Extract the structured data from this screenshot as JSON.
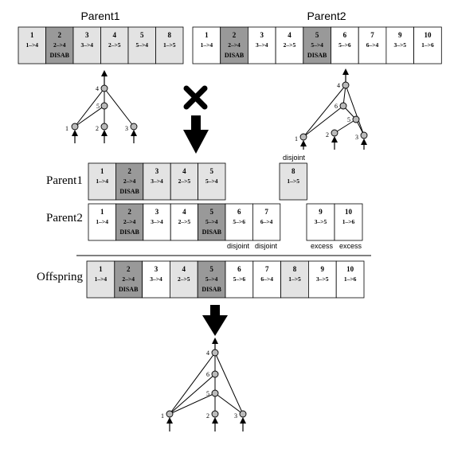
{
  "labels": {
    "top_parent1": "Parent1",
    "top_parent2": "Parent2",
    "row_parent1": "Parent1",
    "row_parent2": "Parent2",
    "row_offspring": "Offspring",
    "disjoint": "disjoint",
    "excess": "excess",
    "disabled": "DISAB"
  },
  "colors": {
    "enabled": "#ffffff",
    "disabled": "#999999",
    "shaded": "#e3e3e3",
    "node": "#bbbbbb",
    "ink": "#000000"
  },
  "genomes": {
    "parent1_top": [
      {
        "num": "1",
        "conn": "1–>4",
        "state": "shaded"
      },
      {
        "num": "2",
        "conn": "2–>4",
        "state": "disabled"
      },
      {
        "num": "3",
        "conn": "3–>4",
        "state": "shaded"
      },
      {
        "num": "4",
        "conn": "2–>5",
        "state": "shaded"
      },
      {
        "num": "5",
        "conn": "5–>4",
        "state": "shaded"
      },
      {
        "num": "8",
        "conn": "1–>5",
        "state": "shaded"
      }
    ],
    "parent2_top": [
      {
        "num": "1",
        "conn": "1–>4",
        "state": "enabled"
      },
      {
        "num": "2",
        "conn": "2–>4",
        "state": "disabled"
      },
      {
        "num": "3",
        "conn": "3–>4",
        "state": "enabled"
      },
      {
        "num": "4",
        "conn": "2–>5",
        "state": "enabled"
      },
      {
        "num": "5",
        "conn": "5–>4",
        "state": "disabled"
      },
      {
        "num": "6",
        "conn": "5–>6",
        "state": "enabled"
      },
      {
        "num": "7",
        "conn": "6–>4",
        "state": "enabled"
      },
      {
        "num": "9",
        "conn": "3–>5",
        "state": "enabled"
      },
      {
        "num": "10",
        "conn": "1–>6",
        "state": "enabled"
      }
    ],
    "parent1_aligned": [
      {
        "num": "1",
        "conn": "1–>4",
        "state": "shaded"
      },
      {
        "num": "2",
        "conn": "2–>4",
        "state": "disabled"
      },
      {
        "num": "3",
        "conn": "3–>4",
        "state": "shaded"
      },
      {
        "num": "4",
        "conn": "2–>5",
        "state": "shaded"
      },
      {
        "num": "5",
        "conn": "5–>4",
        "state": "shaded"
      }
    ],
    "parent1_disjoint": [
      {
        "num": "8",
        "conn": "1–>5",
        "state": "shaded"
      }
    ],
    "parent2_aligned": [
      {
        "num": "1",
        "conn": "1–>4",
        "state": "enabled"
      },
      {
        "num": "2",
        "conn": "2–>4",
        "state": "disabled"
      },
      {
        "num": "3",
        "conn": "3–>4",
        "state": "enabled"
      },
      {
        "num": "4",
        "conn": "2–>5",
        "state": "enabled"
      },
      {
        "num": "5",
        "conn": "5–>4",
        "state": "disabled"
      },
      {
        "num": "6",
        "conn": "5–>6",
        "state": "enabled"
      },
      {
        "num": "7",
        "conn": "6–>4",
        "state": "enabled"
      }
    ],
    "parent2_excess": [
      {
        "num": "9",
        "conn": "3–>5",
        "state": "enabled"
      },
      {
        "num": "10",
        "conn": "1–>6",
        "state": "enabled"
      }
    ],
    "offspring": [
      {
        "num": "1",
        "conn": "1–>4",
        "state": "shaded"
      },
      {
        "num": "2",
        "conn": "2–>4",
        "state": "disabled"
      },
      {
        "num": "3",
        "conn": "3–>4",
        "state": "enabled"
      },
      {
        "num": "4",
        "conn": "2–>5",
        "state": "shaded"
      },
      {
        "num": "5",
        "conn": "5–>4",
        "state": "disabled"
      },
      {
        "num": "6",
        "conn": "5–>6",
        "state": "enabled"
      },
      {
        "num": "7",
        "conn": "6–>4",
        "state": "enabled"
      },
      {
        "num": "8",
        "conn": "1–>5",
        "state": "shaded"
      },
      {
        "num": "9",
        "conn": "3–>5",
        "state": "enabled"
      },
      {
        "num": "10",
        "conn": "1–>6",
        "state": "enabled"
      }
    ]
  },
  "networks": {
    "parent1": {
      "nodes": [
        "1",
        "2",
        "3",
        "4",
        "5"
      ],
      "edges": [
        [
          "1",
          "4"
        ],
        [
          "3",
          "4"
        ],
        [
          "2",
          "5"
        ],
        [
          "5",
          "4"
        ],
        [
          "1",
          "5"
        ]
      ]
    },
    "parent2": {
      "nodes": [
        "1",
        "2",
        "3",
        "4",
        "5",
        "6"
      ],
      "edges": [
        [
          "1",
          "4"
        ],
        [
          "3",
          "4"
        ],
        [
          "2",
          "5"
        ],
        [
          "5",
          "6"
        ],
        [
          "6",
          "4"
        ],
        [
          "3",
          "5"
        ],
        [
          "1",
          "6"
        ]
      ]
    },
    "offspring": {
      "nodes": [
        "1",
        "2",
        "3",
        "4",
        "5",
        "6"
      ],
      "edges": [
        [
          "1",
          "4"
        ],
        [
          "3",
          "4"
        ],
        [
          "2",
          "5"
        ],
        [
          "5",
          "6"
        ],
        [
          "6",
          "4"
        ],
        [
          "1",
          "5"
        ],
        [
          "3",
          "5"
        ],
        [
          "1",
          "6"
        ]
      ]
    }
  }
}
